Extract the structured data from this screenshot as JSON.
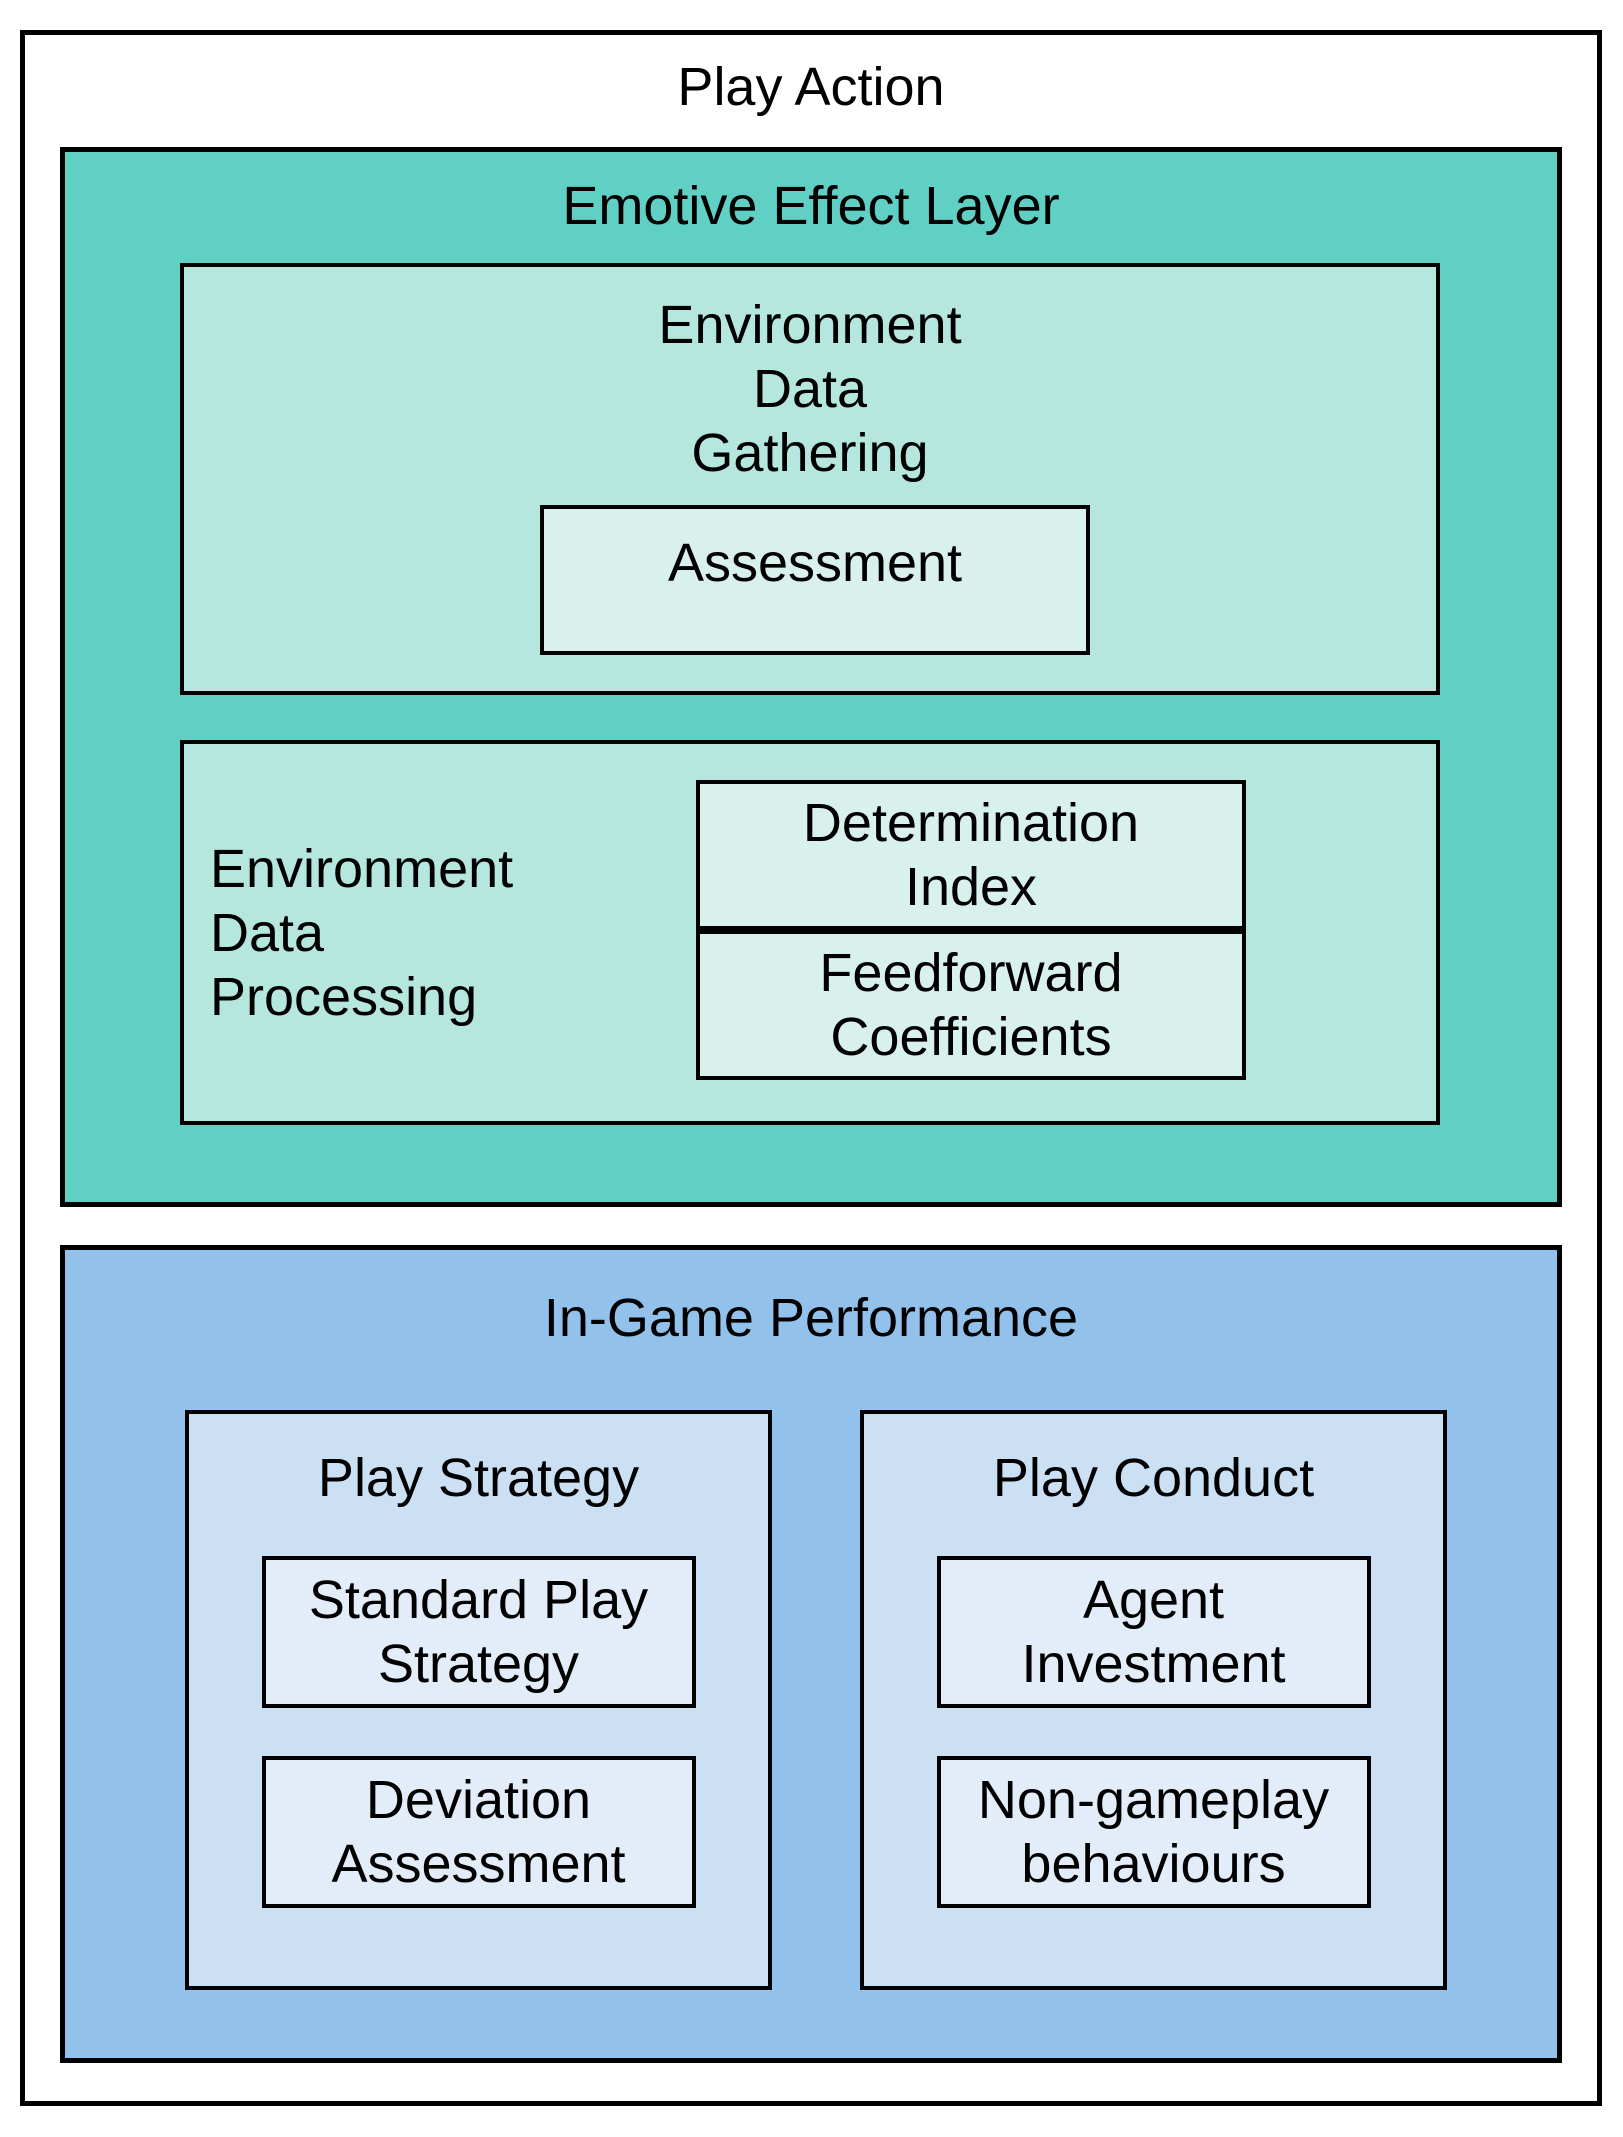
{
  "diagram": {
    "title": "Play Action",
    "emotive_layer": {
      "title": "Emotive Effect Layer",
      "gathering": {
        "title": "Environment\nData\nGathering",
        "assessment_label": "Assessment"
      },
      "processing": {
        "label": "Environment\nData\nProcessing",
        "determination_label": "Determination\nIndex",
        "feedforward_label": "Feedforward\nCoefficients"
      }
    },
    "performance": {
      "title": "In-Game Performance",
      "strategy": {
        "title": "Play Strategy",
        "standard_label": "Standard Play\nStrategy",
        "deviation_label": "Deviation\nAssessment"
      },
      "conduct": {
        "title": "Play Conduct",
        "agent_label": "Agent\nInvestment",
        "nongameplay_label": "Non-gameplay\nbehaviours"
      }
    },
    "colors": {
      "emotive_bg": "#60D0C4",
      "emotive_panel_bg": "#B5E7DF",
      "emotive_box_bg": "#D8F1EC",
      "performance_bg": "#92C2EB",
      "performance_panel_bg": "#CCE0F4",
      "performance_box_bg": "#E3EDF9",
      "border": "#000000",
      "text": "#000000"
    }
  }
}
